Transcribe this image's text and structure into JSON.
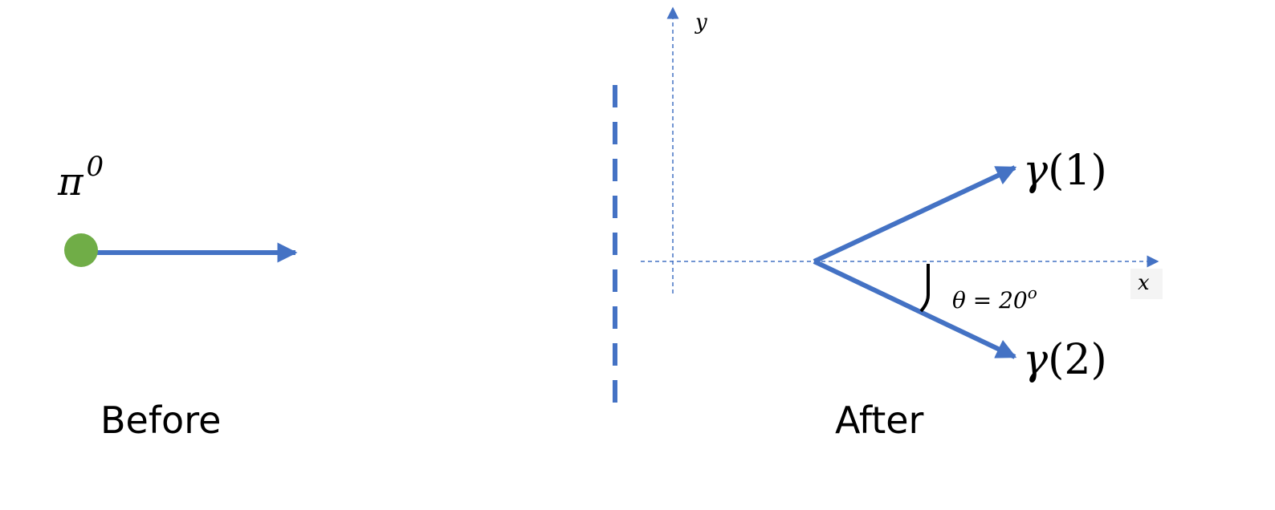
{
  "before": {
    "particle_symbol": "π",
    "particle_superscript": "0",
    "caption": "Before"
  },
  "after": {
    "caption": "After",
    "axis_x_label": "x",
    "axis_y_label": "y",
    "photon1_symbol": "γ",
    "photon1_index": "(1)",
    "photon2_symbol": "γ",
    "photon2_index": "(2)",
    "angle_label": "θ = 20",
    "angle_superscript": "o"
  },
  "colors": {
    "arrow": "#4472C4",
    "particle": "#70AD47",
    "text": "#000000"
  }
}
